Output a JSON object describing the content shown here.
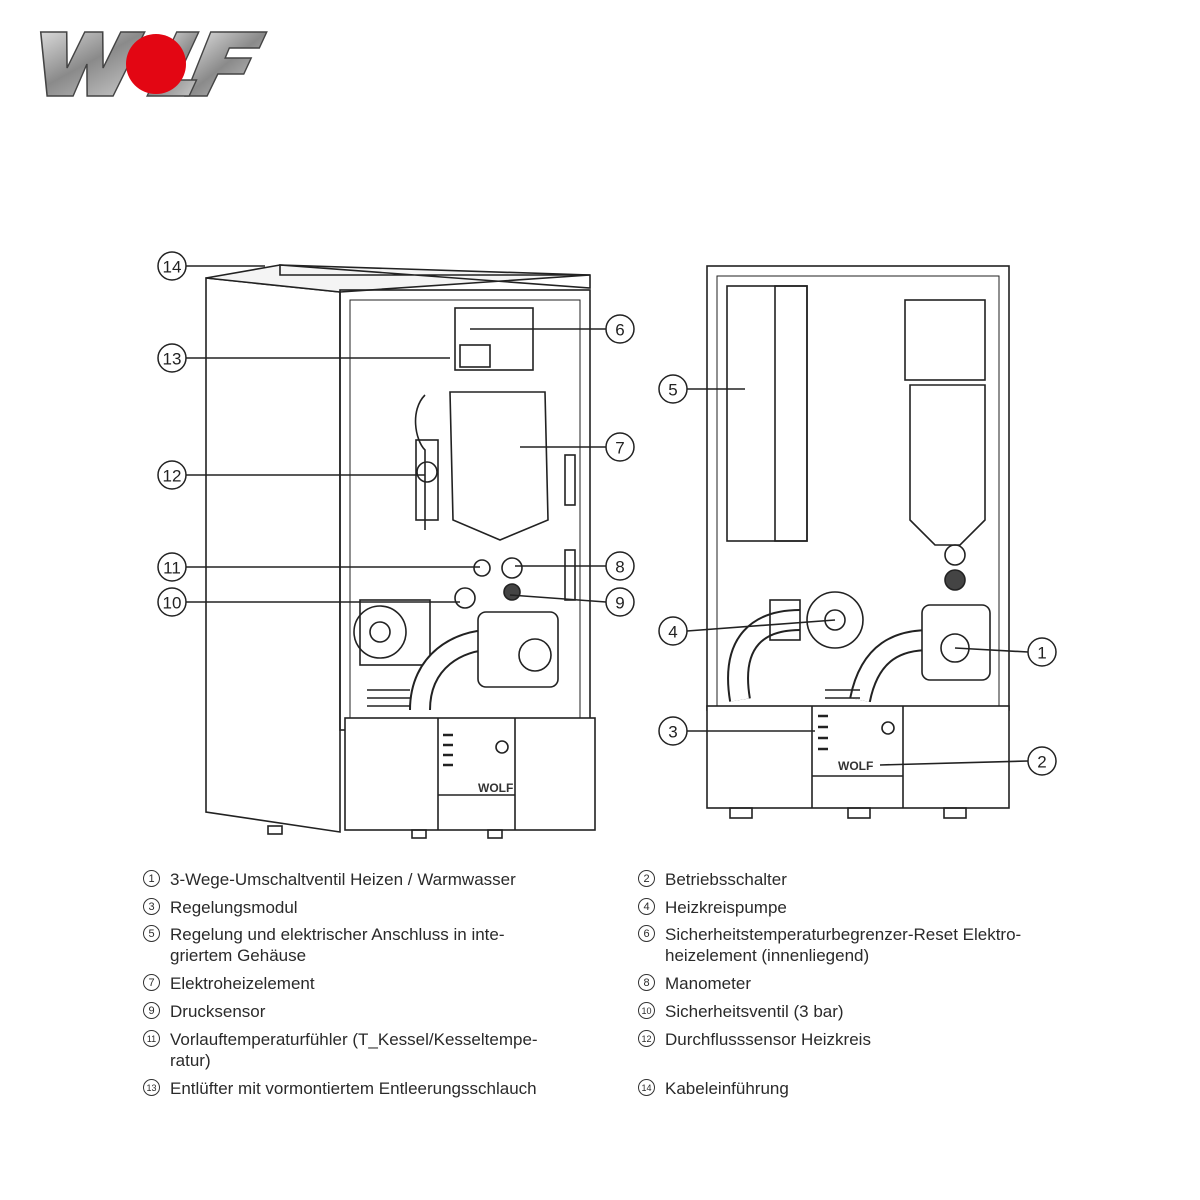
{
  "logo": {
    "text": "WOLF",
    "accent": "#e30613"
  },
  "unit_logo": "WOLF",
  "callouts_left": [
    "14",
    "13",
    "12",
    "11",
    "10",
    "6",
    "7",
    "8",
    "9"
  ],
  "callouts_right": [
    "5",
    "4",
    "3",
    "1",
    "2"
  ],
  "legend": [
    {
      "num": "1",
      "text": "3-Wege-Umschaltventil Heizen / Warmwasser"
    },
    {
      "num": "2",
      "text": "Betriebsschalter"
    },
    {
      "num": "3",
      "text": "Regelungsmodul"
    },
    {
      "num": "4",
      "text": "Heizkreispumpe"
    },
    {
      "num": "5",
      "text": "Regelung und elektrischer Anschluss in inte-griertem Gehäuse"
    },
    {
      "num": "6",
      "text": "Sicherheitstemperaturbegrenzer-Reset Elektro-heizelement (innenliegend)"
    },
    {
      "num": "7",
      "text": "Elektroheizelement"
    },
    {
      "num": "8",
      "text": "Manometer"
    },
    {
      "num": "9",
      "text": "Drucksensor"
    },
    {
      "num": "10",
      "text": "Sicherheitsventil (3 bar)"
    },
    {
      "num": "11",
      "text": "Vorlauftemperaturfühler (T_Kessel/Kesseltempe-ratur)"
    },
    {
      "num": "12",
      "text": "Durchflusssensor Heizkreis"
    },
    {
      "num": "13",
      "text": "Entlüfter mit vormontiertem Entleerungsschlauch"
    },
    {
      "num": "14",
      "text": "Kabeleinführung"
    }
  ]
}
